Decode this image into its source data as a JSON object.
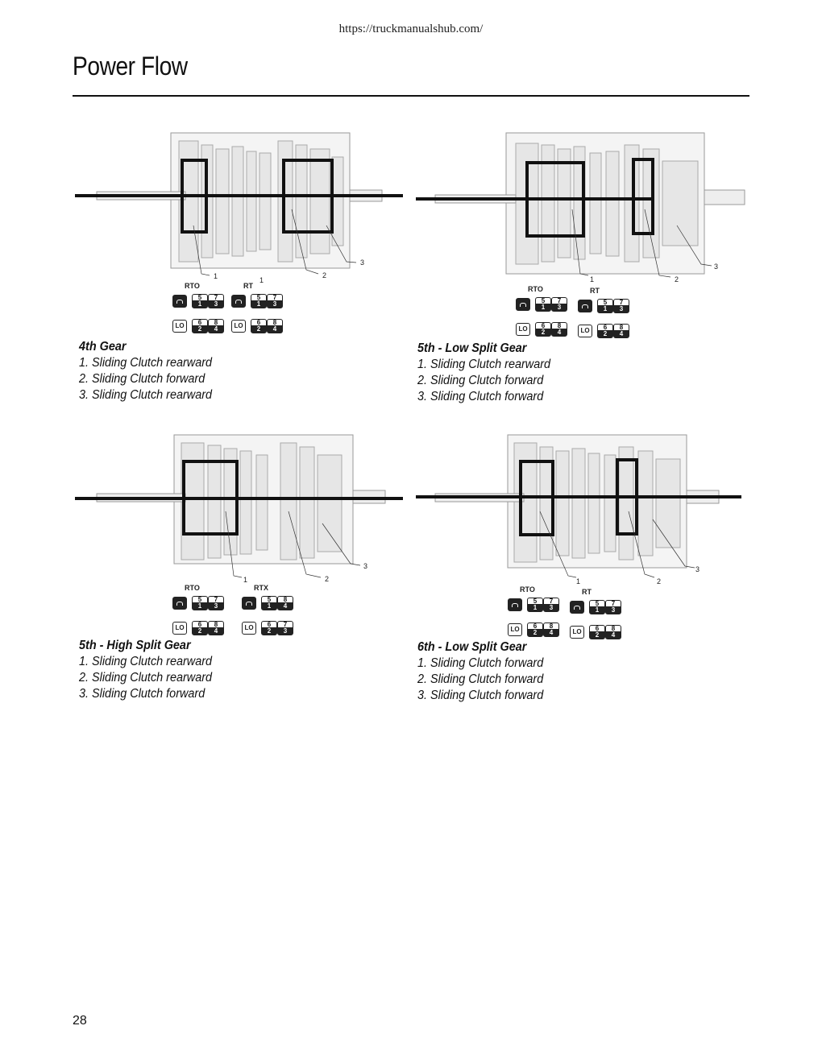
{
  "header": {
    "url": "https://truckmanualshub.com/",
    "title": "Power Flow"
  },
  "page_number": "28",
  "panels": [
    {
      "heading": "4th Gear",
      "steps": [
        "1. Sliding Clutch rearward",
        "2. Sliding Clutch forward",
        "3. Sliding Clutch rearward"
      ],
      "callouts": [
        "1",
        "1",
        "2",
        "3"
      ],
      "shift_patterns": [
        {
          "label": "RTO",
          "keys": [
            [
              "5",
              "1"
            ],
            [
              "7",
              "3"
            ],
            [
              "6",
              "2"
            ],
            [
              "8",
              "4"
            ]
          ],
          "lo": "LO"
        },
        {
          "label": "RT",
          "keys": [
            [
              "5",
              "1"
            ],
            [
              "7",
              "3"
            ],
            [
              "6",
              "2"
            ],
            [
              "8",
              "4"
            ]
          ],
          "lo": "LO"
        }
      ]
    },
    {
      "heading": "5th - Low Split Gear",
      "steps": [
        "1. Sliding Clutch rearward",
        "2. Sliding Clutch forward",
        "3. Sliding Clutch forward"
      ],
      "callouts": [
        "1",
        "2",
        "3"
      ],
      "shift_patterns": [
        {
          "label": "RTO",
          "keys": [
            [
              "5",
              "1"
            ],
            [
              "7",
              "3"
            ],
            [
              "6",
              "2"
            ],
            [
              "8",
              "4"
            ]
          ],
          "lo": "LO"
        },
        {
          "label": "RT",
          "keys": [
            [
              "5",
              "1"
            ],
            [
              "7",
              "3"
            ],
            [
              "6",
              "2"
            ],
            [
              "8",
              "4"
            ]
          ],
          "lo": "LO"
        }
      ]
    },
    {
      "heading": "5th - High Split Gear",
      "steps": [
        "1. Sliding Clutch rearward",
        "2. Sliding Clutch rearward",
        "3. Sliding Clutch forward"
      ],
      "callouts": [
        "1",
        "2",
        "3"
      ],
      "shift_patterns": [
        {
          "label": "RTO",
          "keys": [
            [
              "5",
              "1"
            ],
            [
              "7",
              "3"
            ],
            [
              "6",
              "2"
            ],
            [
              "8",
              "4"
            ]
          ],
          "lo": "LO"
        },
        {
          "label": "RTX",
          "keys": [
            [
              "5",
              "1"
            ],
            [
              "8",
              "4"
            ],
            [
              "6",
              "2"
            ],
            [
              "7",
              "3"
            ]
          ],
          "lo": "LO"
        }
      ]
    },
    {
      "heading": "6th - Low Split Gear",
      "steps": [
        "1. Sliding Clutch forward",
        "2. Sliding Clutch forward",
        "3. Sliding Clutch forward"
      ],
      "callouts": [
        "1",
        "2",
        "3"
      ],
      "shift_patterns": [
        {
          "label": "RTO",
          "keys": [
            [
              "5",
              "1"
            ],
            [
              "7",
              "3"
            ],
            [
              "6",
              "2"
            ],
            [
              "8",
              "4"
            ]
          ],
          "lo": "LO"
        },
        {
          "label": "RT",
          "keys": [
            [
              "5",
              "1"
            ],
            [
              "7",
              "3"
            ],
            [
              "6",
              "2"
            ],
            [
              "8",
              "4"
            ]
          ],
          "lo": "LO"
        }
      ]
    }
  ]
}
